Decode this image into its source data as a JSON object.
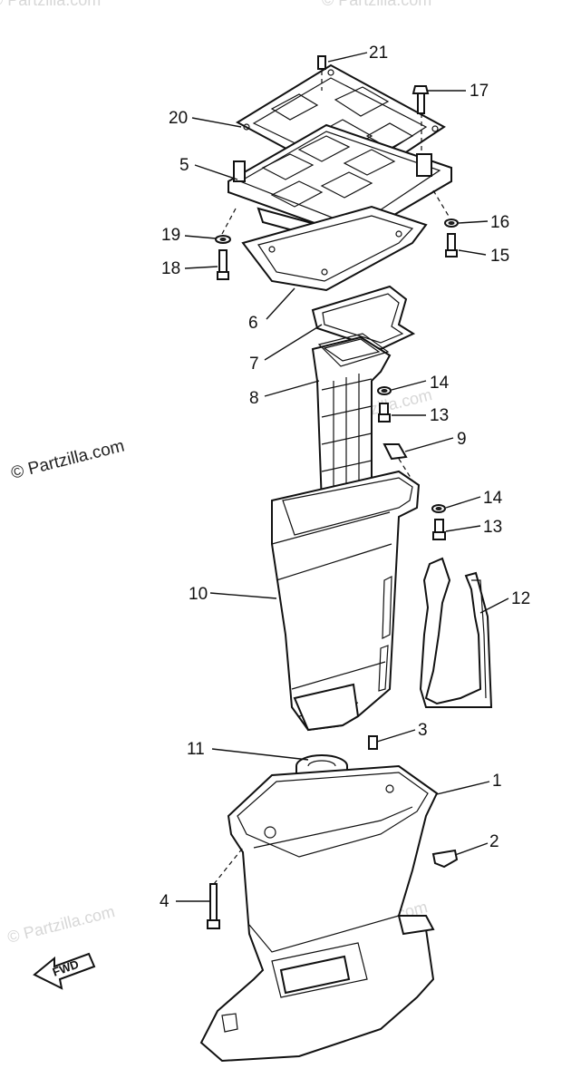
{
  "watermarks": {
    "main": "© Partzilla.com",
    "faint": "© Partzilla.com"
  },
  "fwd_label": "FWD",
  "callouts": {
    "c1": "1",
    "c2": "2",
    "c3": "3",
    "c4": "4",
    "c5": "5",
    "c6": "6",
    "c7": "7",
    "c8": "8",
    "c9": "9",
    "c10": "10",
    "c11": "11",
    "c12": "12",
    "c13a": "13",
    "c13b": "13",
    "c14a": "14",
    "c14b": "14",
    "c15": "15",
    "c16": "16",
    "c17": "17",
    "c18": "18",
    "c19": "19",
    "c20": "20",
    "c21": "21"
  },
  "colors": {
    "line": "#111111",
    "background": "#ffffff",
    "watermark": "#d7d7d7"
  }
}
